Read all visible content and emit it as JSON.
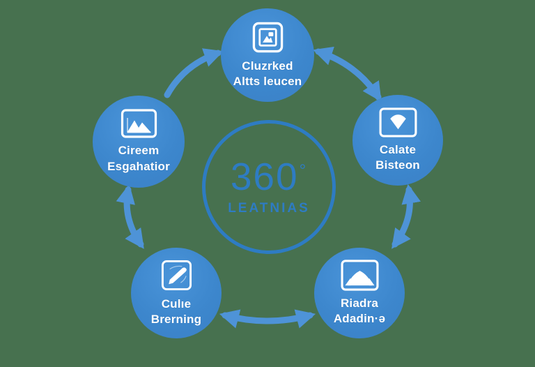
{
  "diagram": {
    "title_hub": {
      "value": "360",
      "degree_mark": "°",
      "label": "LEATNIAS"
    },
    "nodes": [
      {
        "position": "top",
        "line1": "Cluzrked",
        "line2": "Altts leucen",
        "icon": "framed-photo-icon"
      },
      {
        "position": "upper-right",
        "line1": "Calate",
        "line2": "Bisteon",
        "icon": "fan-screen-icon"
      },
      {
        "position": "lower-right",
        "line1": "Riadra",
        "line2": "Adadin·ə",
        "icon": "graduation-screen-icon"
      },
      {
        "position": "lower-left",
        "line1": "Culıe",
        "line2": "Brerning",
        "icon": "pencil-icon"
      },
      {
        "position": "upper-left",
        "line1": "Cireem",
        "line2": "Esgahatior",
        "icon": "mountain-photo-icon"
      }
    ],
    "arrows": [
      {
        "from": "upper-left",
        "to": "top",
        "heads": "single"
      },
      {
        "from": "top",
        "to": "upper-right",
        "heads": "double"
      },
      {
        "from": "upper-right",
        "to": "lower-right",
        "heads": "double"
      },
      {
        "from": "lower-right",
        "to": "lower-left",
        "heads": "double"
      },
      {
        "from": "lower-left",
        "to": "upper-left",
        "heads": "double"
      }
    ],
    "colors": {
      "background": "#47714f",
      "node_fill": "#3d87cd",
      "node_text": "#ffffff",
      "arrow": "#4e93d7",
      "hub_stroke": "#2e7cc3",
      "hub_text": "#2e7cc3"
    }
  }
}
